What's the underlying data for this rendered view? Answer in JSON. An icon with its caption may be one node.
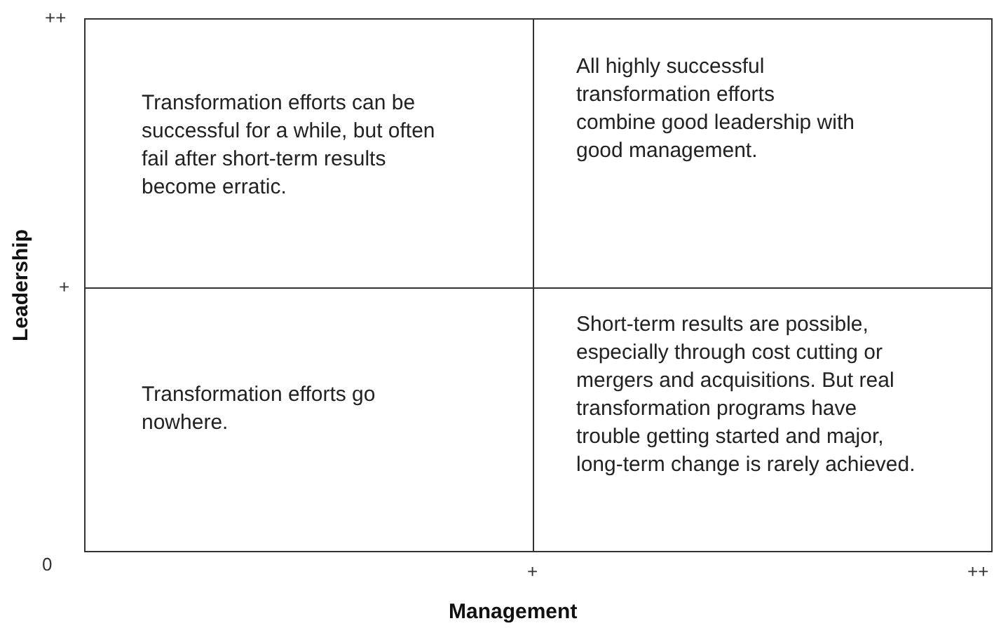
{
  "diagram": {
    "nodes": [
      {
        "text": [
          "Transformation efforts can be successful for a while, but often fail after short-term results become erratic."
        ]
      },
      {
        "text": [
          "All highly successful transformation efforts combine good leadership with good management."
        ]
      },
      {
        "text": [
          "Transformation efforts go nowhere."
        ]
      },
      {
        "text": [
          "Short-term results are possible, especially through cost cutting or mergers and acquisitions. But real transformation programs have trouble getting started and major, long-term change is rarely achieved."
        ]
      }
    ],
    "edges": [],
    "labels": [
      "++",
      "Leadership",
      "+",
      "0",
      "+",
      "++",
      "Management"
    ]
  }
}
